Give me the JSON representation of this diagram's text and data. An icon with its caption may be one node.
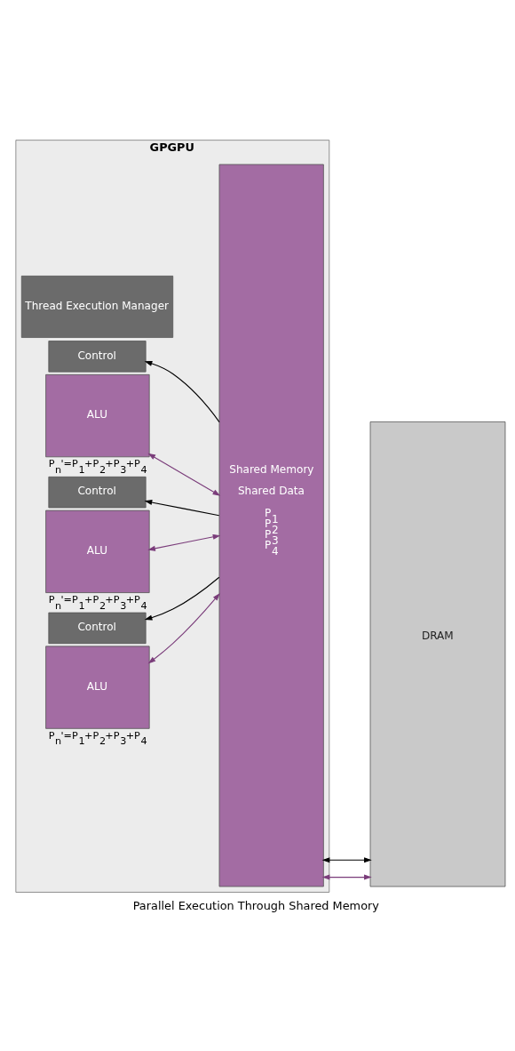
{
  "diagram": {
    "caption": "Parallel Execution Through Shared Memory",
    "nodes": [
      {
        "text": [
          "GPGPU"
        ]
      },
      {
        "text": [
          "Thread Execution Manager"
        ],
        "in": 0
      },
      {
        "text": [
          "Shared Memory",
          "Shared Data",
          "P$_{1}$",
          "P$_{2}$",
          "P$_{3}$",
          "P$_{4}$"
        ],
        "in": 0
      },
      {
        "text": [
          "Control"
        ],
        "in": 0
      },
      {
        "text": [
          "ALU"
        ],
        "in": 0,
        "beside": [
          "P$_{n}$'=P$_{1}$+P$_{2}$+P$_{3}$+P$_{4}$"
        ]
      },
      {
        "text": [
          "Control"
        ],
        "in": 0
      },
      {
        "text": [
          "ALU"
        ],
        "in": 0,
        "beside": [
          "P$_{n}$'=P$_{1}$+P$_{2}$+P$_{3}$+P$_{4}$"
        ]
      },
      {
        "text": [
          "Control"
        ],
        "in": 0
      },
      {
        "text": [
          "ALU"
        ],
        "in": 0,
        "beside": [
          "P$_{n}$'=P$_{1}$+P$_{2}$+P$_{3}$+P$_{4}$"
        ]
      },
      {
        "text": [
          "DRAM"
        ]
      }
    ],
    "edges": [
      {
        "from": 2,
        "to": 3,
        "arrow": "to"
      },
      {
        "from": 4,
        "to": 2,
        "arrow": "both",
        "color": "#7a3c7a"
      },
      {
        "from": 2,
        "to": 5,
        "arrow": "to"
      },
      {
        "from": 6,
        "to": 2,
        "arrow": "both",
        "color": "#7a3c7a"
      },
      {
        "from": 2,
        "to": 7,
        "arrow": "to"
      },
      {
        "from": 8,
        "to": 2,
        "arrow": "both",
        "color": "#7a3c7a"
      },
      {
        "from": 2,
        "to": 9,
        "arrow": "both"
      },
      {
        "from": 2,
        "to": 9,
        "arrow": "both",
        "color": "#7a3c7a"
      }
    ]
  }
}
